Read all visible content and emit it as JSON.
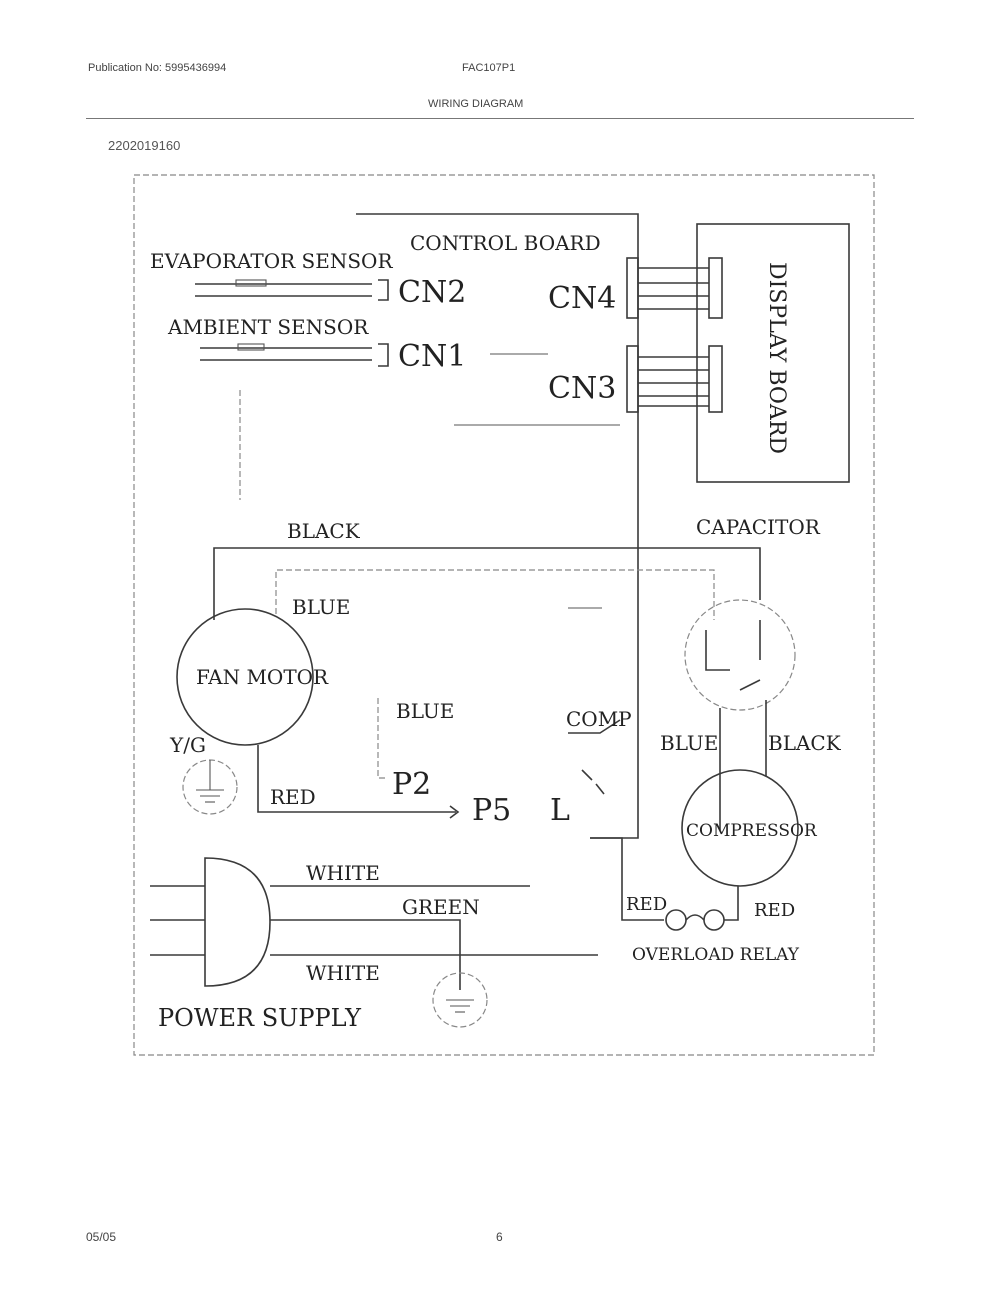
{
  "header": {
    "publication": "Publication No: 5995436994",
    "model": "FAC107P1",
    "section_title": "WIRING DIAGRAM",
    "drawing_number": "2202019160"
  },
  "footer": {
    "date": "05/05",
    "page": "6"
  },
  "diagram": {
    "control_board": "CONTROL BOARD",
    "evaporator_sensor": "EVAPORATOR SENSOR",
    "ambient_sensor": "AMBIENT SENSOR",
    "cn1": "CN1",
    "cn2": "CN2",
    "cn3": "CN3",
    "cn4": "CN4",
    "display_board": "DISPLAY BOARD",
    "black_top": "BLACK",
    "capacitor": "CAPACITOR",
    "blue_fan": "BLUE",
    "fan_motor": "FAN MOTOR",
    "yg": "Y/G",
    "red_fan": "RED",
    "blue_p2": "BLUE",
    "p2": "P2",
    "p5": "P5",
    "l": "L",
    "comp": "COMP",
    "blue_cap": "BLUE",
    "black_cap": "BLACK",
    "compressor": "COMPRESSOR",
    "red_left": "RED",
    "red_right": "RED",
    "overload_relay": "OVERLOAD RELAY",
    "white_top": "WHITE",
    "green": "GREEN",
    "white_bottom": "WHITE",
    "power_supply": "POWER SUPPLY"
  }
}
